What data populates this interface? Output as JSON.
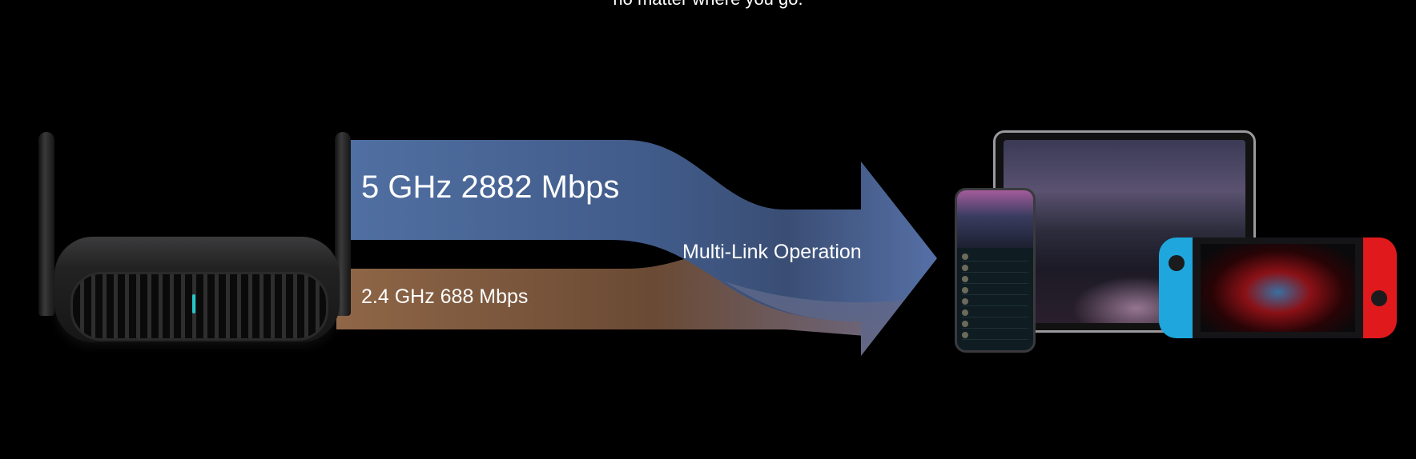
{
  "caption": "no matter where you go.",
  "bands": {
    "band_5ghz": {
      "label": "5 GHz 2882 Mbps",
      "color": "#4f6a9c"
    },
    "band_24ghz": {
      "label": "2.4 GHz 688 Mbps",
      "color": "#8a6446"
    },
    "merged": {
      "label": "Multi-Link Operation",
      "color": "#5a6a90"
    }
  },
  "images": {
    "router": "wifi-router",
    "devices": [
      "tablet",
      "smartphone",
      "handheld-game-console"
    ]
  }
}
